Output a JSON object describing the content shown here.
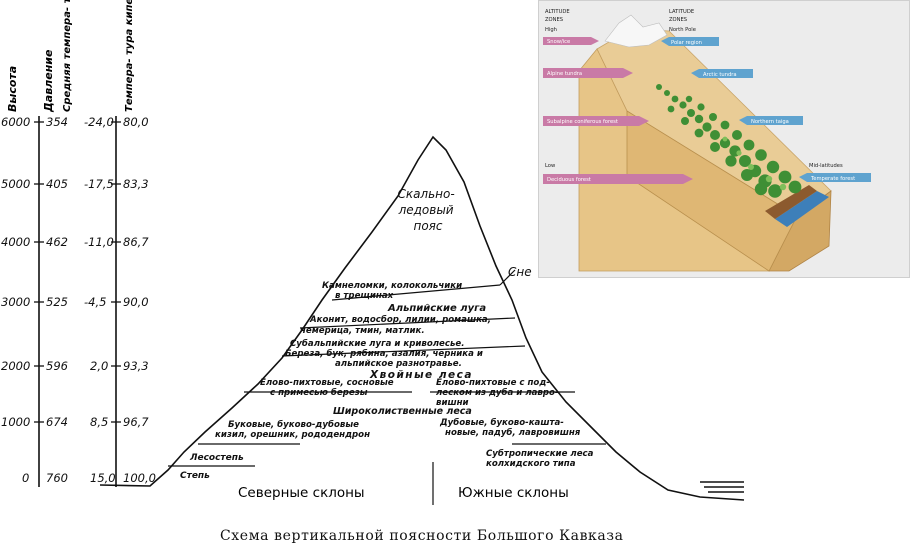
{
  "scale": {
    "columns": {
      "altitude": "Высота",
      "pressure": "Давление",
      "temperature": "Средняя темпера- тура воз- духа в °С",
      "boiling": "Темпера- тура кипения воды в °С"
    },
    "rows": [
      {
        "altitude": "6000",
        "pressure": "354",
        "temperature": "-24,0",
        "boiling": "80,0"
      },
      {
        "altitude": "5000",
        "pressure": "405",
        "temperature": "-17,5",
        "boiling": "83,3"
      },
      {
        "altitude": "4000",
        "pressure": "462",
        "temperature": "-11,0",
        "boiling": "86,7"
      },
      {
        "altitude": "3000",
        "pressure": "525",
        "temperature": "-4,5",
        "boiling": "90,0"
      },
      {
        "altitude": "2000",
        "pressure": "596",
        "temperature": "2,0",
        "boiling": "93,3"
      },
      {
        "altitude": "1000",
        "pressure": "674",
        "temperature": "8,5",
        "boiling": "96,7"
      },
      {
        "altitude": "0",
        "pressure": "760",
        "temperature": "15,0",
        "boiling": "100,0"
      }
    ]
  },
  "zones": {
    "snow_ice": [
      "Скально-",
      "ледовый",
      "пояс"
    ],
    "right_cut": "Сне",
    "saxifrage": [
      "Камнеломки, колокольчики",
      "в трещинах"
    ],
    "alpine": "Альпийские луга",
    "aconite": [
      "Аконит, водосбор, лилии, ромашка,",
      "чемерица, тмин, матлик."
    ],
    "subalpine": [
      "Субальпийские луга и криволесье.",
      "Береза, бук, рябина, азалия, черника и",
      "альпийское разнотравье."
    ],
    "conifer": "Хвойные леса",
    "north_conifer": [
      "Елово-пихтовые, сосновые",
      "с примесью березы"
    ],
    "south_conifer": [
      "Елово-пихтовые с под-",
      "леском из дуба и лавро-",
      "вишни"
    ],
    "broadleaf": "Широколиственные леса",
    "north_broad": [
      "Буковые, буково-дубовые",
      "кизил, орешник, рододендрон"
    ],
    "south_broad": [
      "Дубовые, буково-кашта-",
      "новые, падуб, лавровишня"
    ],
    "subtropical": [
      "Субтропические леса",
      "колхидского типа"
    ],
    "forest_steppe": "Лесостепь",
    "steppe": "Степь"
  },
  "slopes": {
    "north": "Северные склоны",
    "south": "Южные склоны"
  },
  "caption": "Схема вертикальной поясности Большого Кавказа",
  "inset": {
    "altitude_header": [
      "ALTITUDE",
      "ZONES",
      "High"
    ],
    "latitude_header": [
      "LATITUDE",
      "ZONES",
      "North Pole"
    ],
    "left_labels": [
      "Snow/ice",
      "Alpine tundra",
      "Subalpine coniferous forest",
      "Deciduous forest"
    ],
    "low": "Low",
    "right_labels": [
      "Polar region",
      "Arctic tundra",
      "Northern taiga",
      "Temperate forest"
    ],
    "mid": "Mid-latitudes",
    "colors": {
      "pink": "#c97aa6",
      "blue": "#5fa3cf",
      "rock": "#e3c28c",
      "tree": "#3f8f35"
    }
  }
}
